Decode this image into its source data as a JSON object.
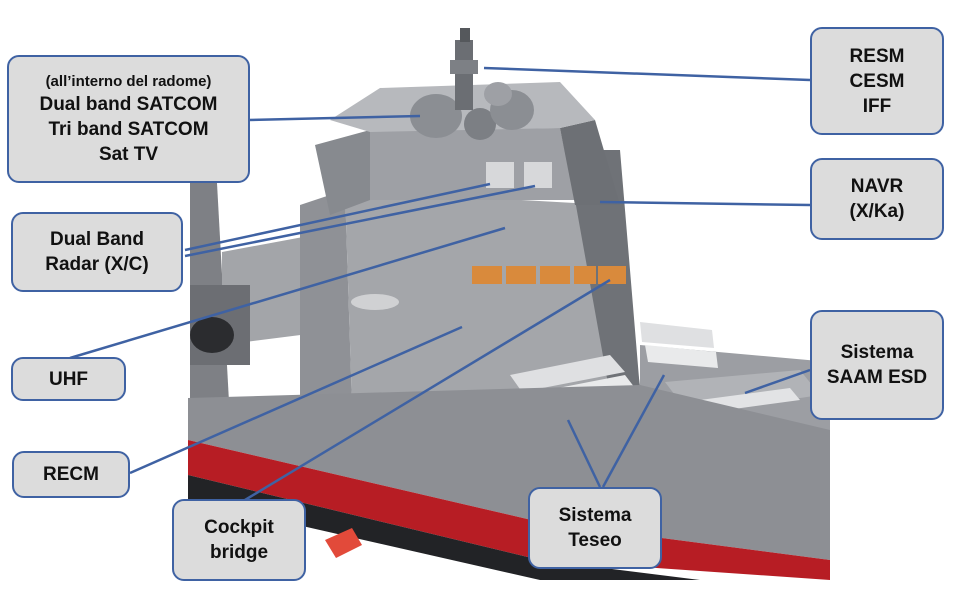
{
  "colors": {
    "box_fill": "#dcdcdc",
    "box_border": "#3f62a3",
    "leader_line": "#3f62a3",
    "hull_grey": "#8d8f94",
    "hull_red": "#b71d24",
    "panel_orange": "#d98a3c"
  },
  "labels": {
    "radome": {
      "note": "(all’interno del radome)",
      "line1": "Dual band SATCOM",
      "line2": "Tri band SATCOM",
      "line3": "Sat TV"
    },
    "dual_band_radar": {
      "line1": "Dual Band",
      "line2": "Radar (X/C)"
    },
    "uhf": {
      "line1": "UHF"
    },
    "recm": {
      "line1": "RECM"
    },
    "cockpit_bridge": {
      "line1": "Cockpit",
      "line2": "bridge"
    },
    "resm": {
      "line1": "RESM",
      "line2": "CESM",
      "line3": "IFF"
    },
    "navr": {
      "line1": "NAVR",
      "line2": "(X/Ka)"
    },
    "saam_esd": {
      "line1": "Sistema",
      "line2": "SAAM ESD"
    },
    "teseo": {
      "line1": "Sistema",
      "line2": "Teseo"
    }
  }
}
